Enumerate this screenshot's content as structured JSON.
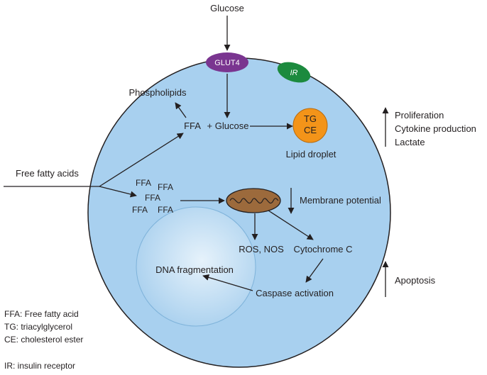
{
  "colors": {
    "cell_fill": "#a8d0ef",
    "cell_stroke": "#231f20",
    "nucleus_fill": "#d4e9f8",
    "glut4": "#7a3590",
    "ir": "#1c8a3e",
    "lipid_droplet": "#f39419",
    "mitochondrion": "#9c6a3c"
  },
  "icons": {
    "receptor_glut4": "ellipse-transporter",
    "receptor_ir": "ellipse-receptor",
    "organelle_mito": "mitochondrion-icon"
  },
  "labels": {
    "glucose_top": "Glucose",
    "glut4": "GLUT4",
    "ir": "IR",
    "phospholipids": "Phospholipids",
    "ffa_glucose_ffa": "FFA",
    "ffa_glucose_plus": "+ Glucose",
    "tg": "TG",
    "ce": "CE",
    "lipid_droplet": "Lipid droplet",
    "free_fatty_acids": "Free fatty acids",
    "ffa_cluster": [
      "FFA",
      "FFA",
      "FFA",
      "FFA",
      "FFA"
    ],
    "membrane_potential": "Membrane potential",
    "ros_nos": "ROS, NOS",
    "cytochrome_c": "Cytochrome C",
    "dna_fragmentation": "DNA fragmentation",
    "caspase_activation": "Caspase activation",
    "apoptosis": "Apoptosis",
    "up_effects": [
      "Proliferation",
      "Cytokine production",
      "Lactate"
    ]
  },
  "legend": [
    "FFA: Free fatty acid",
    "TG: triacylglycerol",
    "CE: cholesterol ester",
    "IR: insulin receptor"
  ]
}
